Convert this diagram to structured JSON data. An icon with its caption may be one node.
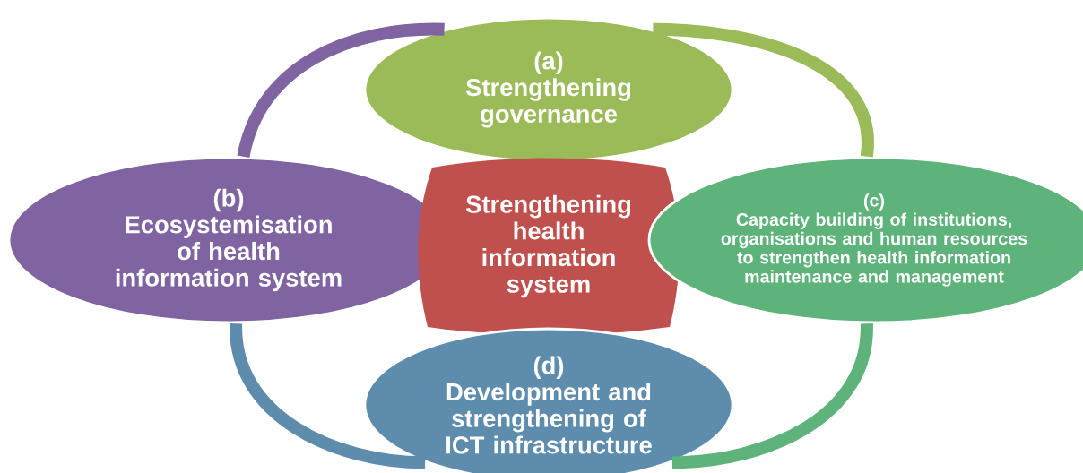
{
  "diagram": {
    "nodes": [
      {
        "text": [
          "(a)",
          "Strengthening governance"
        ]
      },
      {
        "text": [
          "(b)",
          "Ecosystemisation of health information system"
        ]
      },
      {
        "text": [
          "Strengthening health information system"
        ]
      },
      {
        "text": [
          "(c)",
          "Capacity building of institutions, organisations and human resources to strengthen health information maintenance and management"
        ]
      },
      {
        "text": [
          "(d)",
          "Development and strengthening of ICT infrastructure"
        ]
      }
    ],
    "edges": [
      {
        "from": 1,
        "to": 0,
        "arrow": "none",
        "color": "#8064a2"
      },
      {
        "from": 0,
        "to": 3,
        "arrow": "none",
        "color": "#9bbb59"
      },
      {
        "from": 3,
        "to": 4,
        "arrow": "none",
        "color": "#5db37a"
      },
      {
        "from": 4,
        "to": 1,
        "arrow": "none",
        "color": "#5e8cad"
      }
    ]
  }
}
